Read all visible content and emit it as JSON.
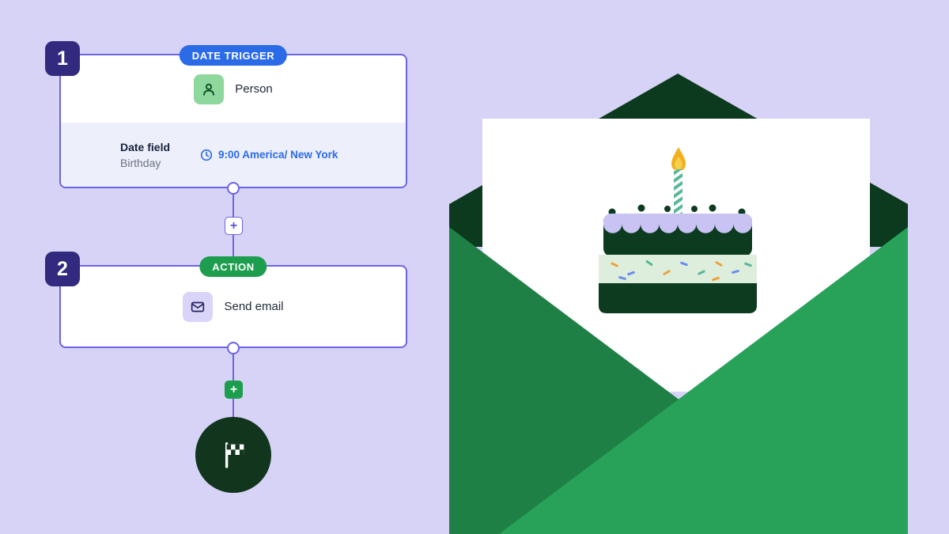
{
  "page": {
    "background": "#d7d3f6"
  },
  "colors": {
    "card_border": "#6b63e6",
    "step_badge": "#322a7e",
    "trigger_pill": "#2b6be8",
    "action_pill": "#1d9e4f",
    "schedule_text": "#2b6be8",
    "person_icon_bg": "#8ed79d",
    "email_icon_bg": "#d9d5f8",
    "finish_circle": "#12351e",
    "envelope_flap_dark": "#0c3a1e",
    "envelope_front_left": "#1e8045",
    "envelope_front_right": "#28a159",
    "cake_dark_green": "#0d3b1f",
    "cake_icing_lavender": "#c9c3f4",
    "cake_mint_layer": "#ddeedd"
  },
  "workflow": {
    "steps": [
      {
        "number": "1",
        "pill": "DATE TRIGGER",
        "node_label": "Person",
        "node_icon": "person-icon",
        "field_label": "Date field",
        "field_value": "Birthday",
        "schedule": "9:00 America/ New York",
        "schedule_icon": "clock-icon"
      },
      {
        "number": "2",
        "pill": "ACTION",
        "node_label": "Send email",
        "node_icon": "envelope-icon"
      }
    ],
    "add_button_label": "+",
    "finish_icon": "checkered-flag-icon"
  },
  "illustration": {
    "name": "birthday-email-envelope",
    "elements": [
      "open-envelope",
      "back-flap",
      "white-birthday-card",
      "birthday-cake",
      "candle",
      "flame",
      "icing",
      "sprinkles"
    ]
  }
}
